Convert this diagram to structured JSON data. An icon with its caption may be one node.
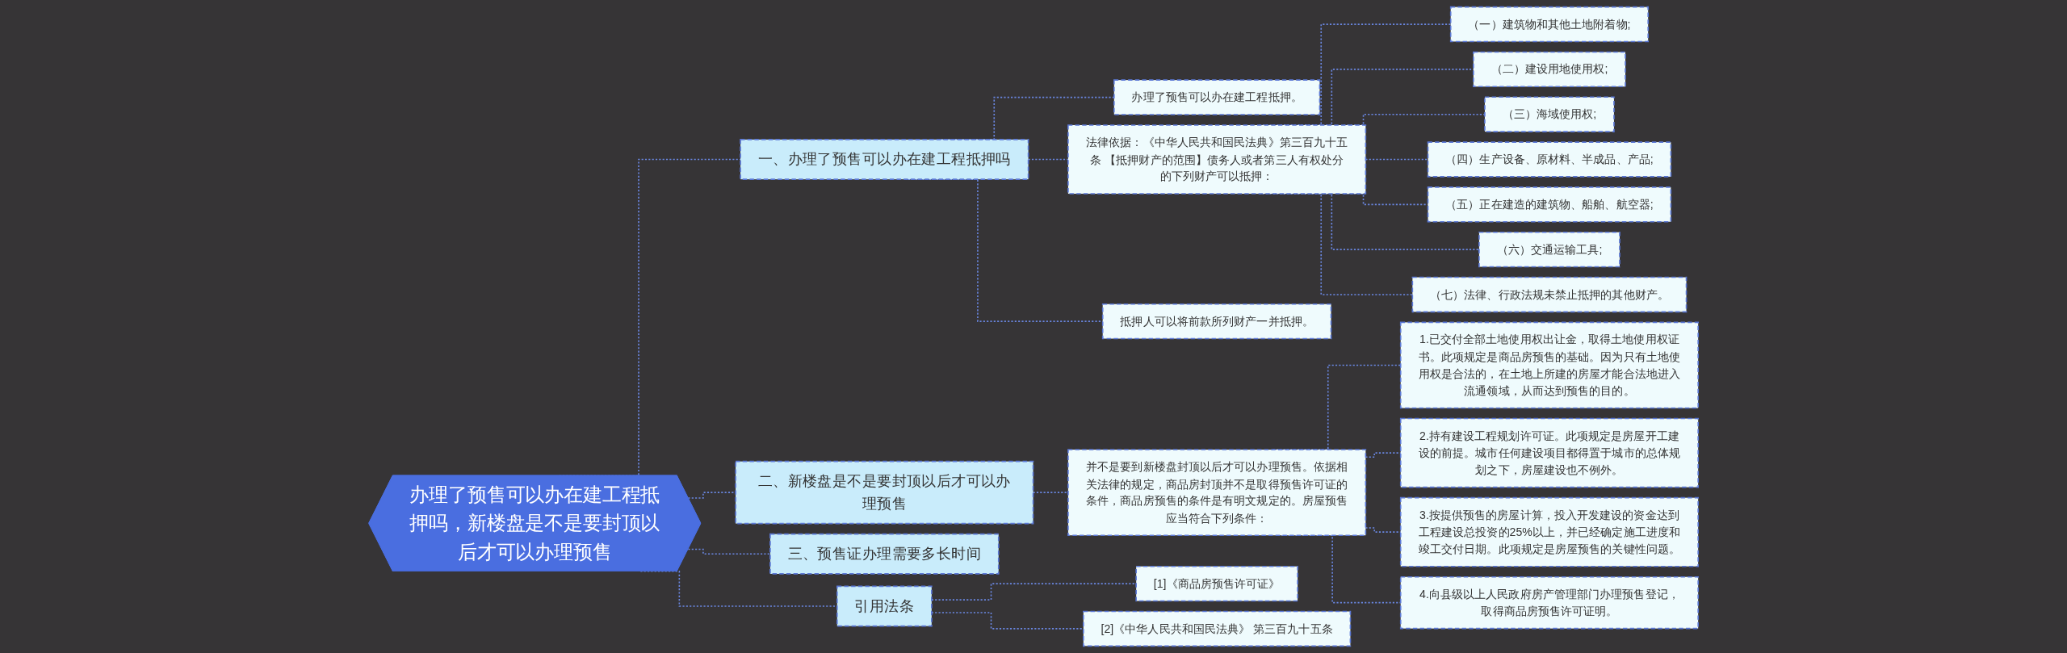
{
  "diagram": {
    "nodes": [
      {
        "text": [
          "办理了预售可以办在建工程抵押吗，新楼盘是不是要封顶以后才可以办理预售"
        ]
      },
      {
        "text": [
          "一、办理了预售可以办在建工程抵押吗"
        ]
      },
      {
        "text": [
          "办理了预售可以办在建工程抵押。"
        ]
      },
      {
        "text": [
          "法律依据：《中华人民共和国民法典》第三百九十五条 【抵押财产的范围】债务人或者第三人有权处分的下列财产可以抵押："
        ]
      },
      {
        "text": [
          "（一）建筑物和其他土地附着物;"
        ]
      },
      {
        "text": [
          "（二）建设用地使用权;"
        ]
      },
      {
        "text": [
          "（三）海域使用权;"
        ]
      },
      {
        "text": [
          "（四）生产设备、原材料、半成品、产品;"
        ]
      },
      {
        "text": [
          "（五）正在建造的建筑物、船舶、航空器;"
        ]
      },
      {
        "text": [
          "（六）交通运输工具;"
        ]
      },
      {
        "text": [
          "（七）法律、行政法规未禁止抵押的其他财产。"
        ]
      },
      {
        "text": [
          "抵押人可以将前款所列财产一并抵押。"
        ]
      },
      {
        "text": [
          "二、新楼盘是不是要封顶以后才可以办理预售"
        ]
      },
      {
        "text": [
          "并不是要到新楼盘封顶以后才可以办理预售。依据相关法律的规定，商品房封顶并不是取得预售许可证的条件，商品房预售的条件是有明文规定的。房屋预售应当符合下列条件："
        ]
      },
      {
        "text": [
          "1.已交付全部土地使用权出让金，取得土地使用权证书。此项规定是商品房预售的基础。因为只有土地使用权是合法的，在土地上所建的房屋才能合法地进入流通领域，从而达到预售的目的。"
        ]
      },
      {
        "text": [
          "2.持有建设工程规划许可证。此项规定是房屋开工建设的前提。城市任何建设项目都得置于城市的总体规划之下，房屋建设也不例外。"
        ]
      },
      {
        "text": [
          "3.按提供预售的房屋计算，投入开发建设的资金达到工程建设总投资的25%以上，并已经确定施工进度和竣工交付日期。此项规定是房屋预售的关键性问题。"
        ]
      },
      {
        "text": [
          "4.向县级以上人民政府房产管理部门办理预售登记，取得商品房预售许可证明。"
        ]
      },
      {
        "text": [
          "三、预售证办理需要多长时间"
        ]
      },
      {
        "text": [
          "引用法条"
        ]
      },
      {
        "text": [
          "[1]《商品房预售许可证》"
        ]
      },
      {
        "text": [
          "[2]《中华人民共和国民法典》 第三百九十五条"
        ]
      }
    ],
    "edges": [
      {
        "from": 0,
        "to": 1,
        "arrow": "none",
        "style": "dashed"
      },
      {
        "from": 1,
        "to": 2,
        "arrow": "none",
        "style": "dashed"
      },
      {
        "from": 1,
        "to": 3,
        "arrow": "none",
        "style": "dashed"
      },
      {
        "from": 3,
        "to": 4,
        "arrow": "none",
        "style": "dashed"
      },
      {
        "from": 3,
        "to": 5,
        "arrow": "none",
        "style": "dashed"
      },
      {
        "from": 3,
        "to": 6,
        "arrow": "none",
        "style": "dashed"
      },
      {
        "from": 3,
        "to": 7,
        "arrow": "none",
        "style": "dashed"
      },
      {
        "from": 3,
        "to": 8,
        "arrow": "none",
        "style": "dashed"
      },
      {
        "from": 3,
        "to": 9,
        "arrow": "none",
        "style": "dashed"
      },
      {
        "from": 3,
        "to": 10,
        "arrow": "none",
        "style": "dashed"
      },
      {
        "from": 1,
        "to": 11,
        "arrow": "none",
        "style": "dashed"
      },
      {
        "from": 0,
        "to": 12,
        "arrow": "none",
        "style": "dashed"
      },
      {
        "from": 12,
        "to": 13,
        "arrow": "none",
        "style": "dashed"
      },
      {
        "from": 13,
        "to": 14,
        "arrow": "none",
        "style": "dashed"
      },
      {
        "from": 13,
        "to": 15,
        "arrow": "none",
        "style": "dashed"
      },
      {
        "from": 13,
        "to": 16,
        "arrow": "none",
        "style": "dashed"
      },
      {
        "from": 13,
        "to": 17,
        "arrow": "none",
        "style": "dashed"
      },
      {
        "from": 0,
        "to": 18,
        "arrow": "none",
        "style": "dashed"
      },
      {
        "from": 0,
        "to": 19,
        "arrow": "none",
        "style": "dashed"
      },
      {
        "from": 19,
        "to": 20,
        "arrow": "none",
        "style": "dashed"
      },
      {
        "from": 19,
        "to": 21,
        "arrow": "none",
        "style": "dashed"
      }
    ]
  }
}
